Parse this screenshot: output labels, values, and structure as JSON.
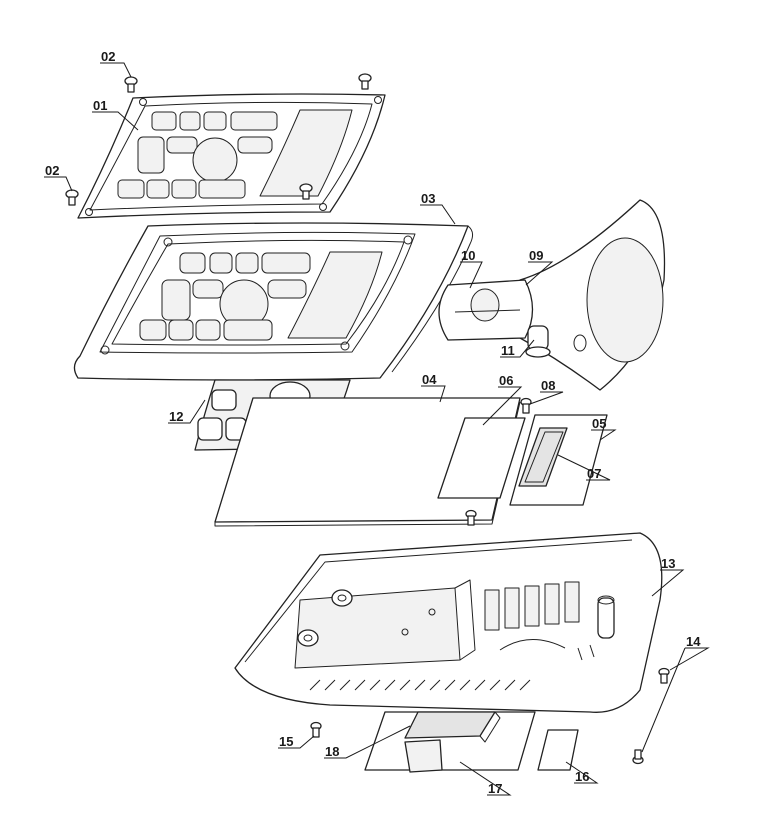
{
  "labels": [
    {
      "id": "01",
      "text": "01"
    },
    {
      "id": "02a",
      "text": "02"
    },
    {
      "id": "02b",
      "text": "02"
    },
    {
      "id": "03",
      "text": "03"
    },
    {
      "id": "04",
      "text": "04"
    },
    {
      "id": "05",
      "text": "05"
    },
    {
      "id": "06",
      "text": "06"
    },
    {
      "id": "07",
      "text": "07"
    },
    {
      "id": "08",
      "text": "08"
    },
    {
      "id": "09",
      "text": "09"
    },
    {
      "id": "10",
      "text": "10"
    },
    {
      "id": "11",
      "text": "11"
    },
    {
      "id": "12",
      "text": "12"
    },
    {
      "id": "13",
      "text": "13"
    },
    {
      "id": "14",
      "text": "14"
    },
    {
      "id": "15",
      "text": "15"
    },
    {
      "id": "16",
      "text": "16"
    },
    {
      "id": "17",
      "text": "17"
    },
    {
      "id": "18",
      "text": "18"
    }
  ],
  "colors": {
    "line": "#222222",
    "fill": "#ffffff",
    "shade": "#e4e4e4"
  }
}
